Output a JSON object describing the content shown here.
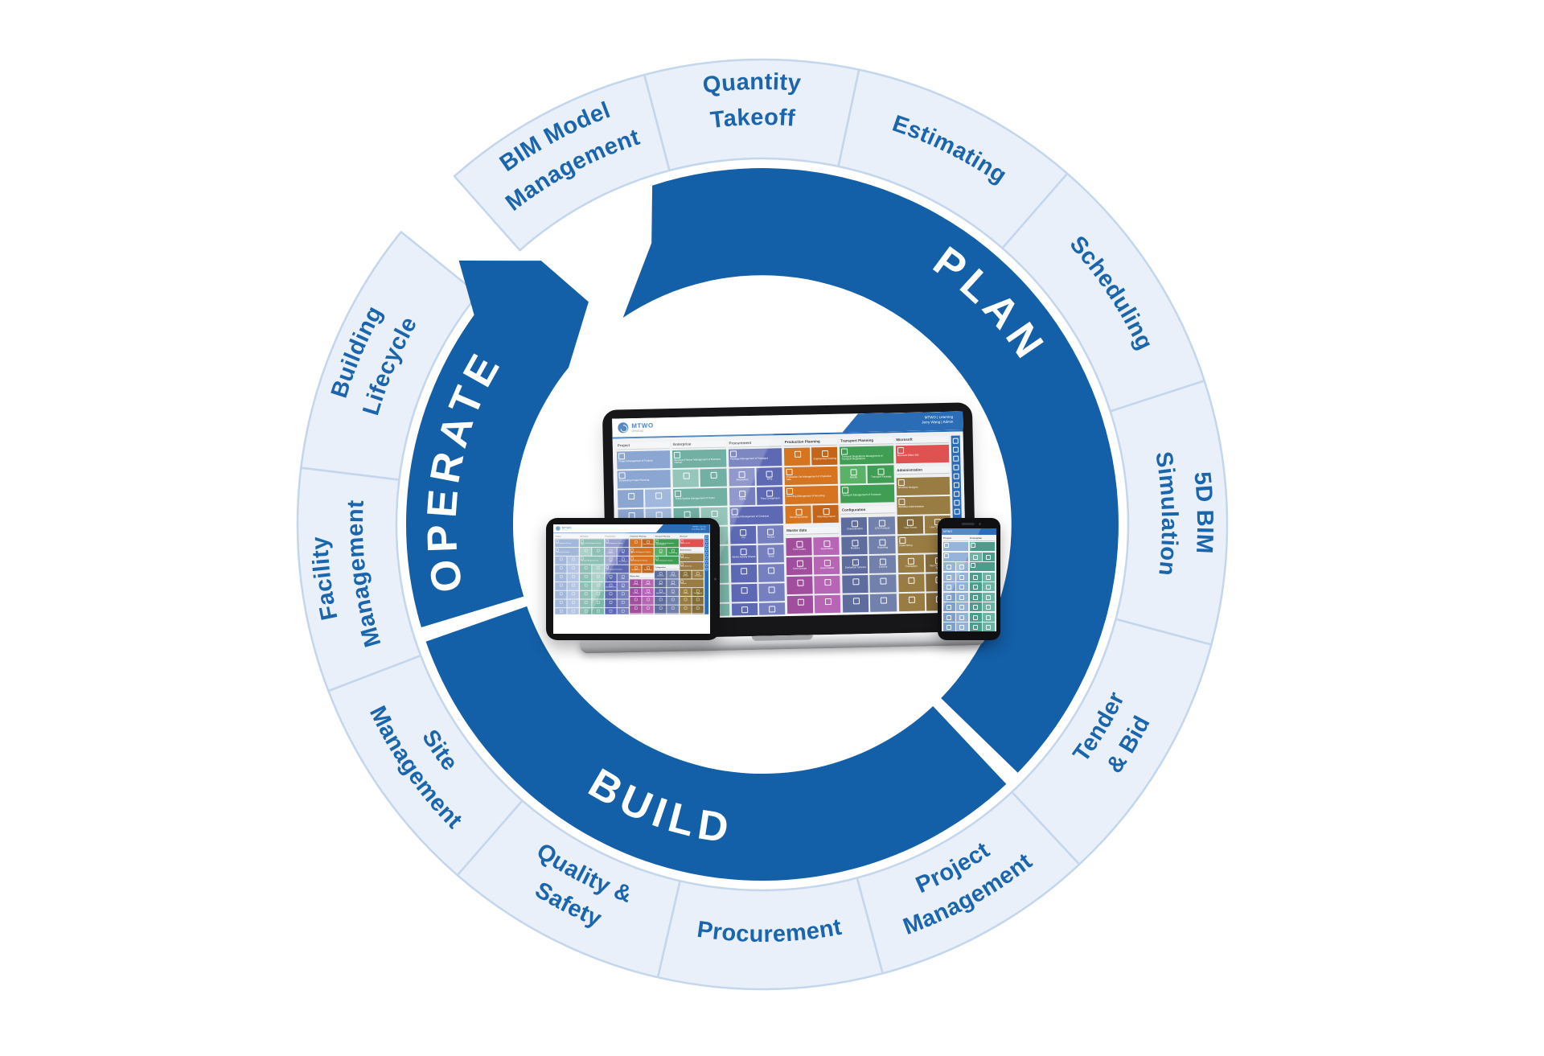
{
  "diagram": {
    "colors": {
      "ring_blue": "#135fa8",
      "segment_fill": "#e9f0f9",
      "segment_border": "#c3d6ec",
      "outer_label_text": "#1b65ad",
      "phase_label_text": "#ffffff"
    },
    "phases": [
      {
        "id": "plan",
        "label": "PLAN",
        "start": -30,
        "end": 134.2,
        "label_angle": 46,
        "flip": false,
        "notch": true
      },
      {
        "id": "build",
        "label": "BUILD",
        "start": 136.8,
        "end": 250.8,
        "label_angle": 199.5,
        "flip": true,
        "notch": false
      },
      {
        "id": "operate",
        "label": "OPERATE",
        "start": 253.2,
        "end": 306,
        "label_angle": 280,
        "flip": false,
        "notch": false,
        "arrow": true
      }
    ],
    "segments": [
      {
        "id": "bim-model-management",
        "lines": [
          "BIM Model",
          "Management"
        ],
        "start": -41.5,
        "end": -14.7,
        "flip": false
      },
      {
        "id": "quantity-takeoff",
        "lines": [
          "Quantity",
          "Takeoff"
        ],
        "start": -14.7,
        "end": 12,
        "flip": false
      },
      {
        "id": "estimating",
        "lines": [
          "Estimating"
        ],
        "start": 12,
        "end": 41,
        "flip": false
      },
      {
        "id": "scheduling",
        "lines": [
          "Scheduling"
        ],
        "start": 41,
        "end": 72,
        "flip": false
      },
      {
        "id": "5d-bim-simulation",
        "lines": [
          "5D BIM",
          "Simulation"
        ],
        "start": 72,
        "end": 105,
        "flip": false
      },
      {
        "id": "tender-bid",
        "lines": [
          "Tender",
          "& Bid"
        ],
        "start": 105,
        "end": 137,
        "flip": true
      },
      {
        "id": "project-management",
        "lines": [
          "Project",
          "Management"
        ],
        "start": 137,
        "end": 165,
        "flip": true
      },
      {
        "id": "procurement",
        "lines": [
          "Procurement"
        ],
        "start": 165,
        "end": 193,
        "flip": true
      },
      {
        "id": "quality-safety",
        "lines": [
          "Quality &",
          "Safety"
        ],
        "start": 193,
        "end": 221,
        "flip": true
      },
      {
        "id": "site-management",
        "lines": [
          "Site",
          "Management"
        ],
        "start": 221,
        "end": 249,
        "flip": true
      },
      {
        "id": "facility-management",
        "lines": [
          "Facility",
          "Management"
        ],
        "start": 249,
        "end": 277,
        "flip": false
      },
      {
        "id": "building-lifecycle",
        "lines": [
          "Building",
          "Lifecycle"
        ],
        "start": 277,
        "end": 309,
        "flip": false
      }
    ]
  },
  "devices": {
    "laptop": {
      "logo": "MTWO",
      "logo_sub": "Desktop",
      "banner_line1": "MTWO | Learning",
      "banner_line2": "Jerry Wang | Admin",
      "sidebar_icon_count": 9,
      "columns": [
        {
          "header": "Project",
          "color": "#6e90c6",
          "alt": "#8aa6d4",
          "tiles": [
            {
              "w": 2,
              "label": "Project Management of Projects"
            },
            {
              "w": 2,
              "label": "Scheduling Project Planning"
            },
            {
              "w": 1
            },
            {
              "w": 1
            },
            {
              "w": 1
            },
            {
              "w": 1
            },
            {
              "w": 1
            },
            {
              "w": 1
            },
            {
              "w": 1
            },
            {
              "w": 1
            },
            {
              "w": 1
            },
            {
              "w": 1
            },
            {
              "w": 1
            },
            {
              "w": 1
            },
            {
              "w": 1
            },
            {
              "w": 1
            },
            {
              "w": 1
            },
            {
              "w": 1
            }
          ]
        },
        {
          "header": "Enterprise",
          "color": "#4f9c8e",
          "alt": "#7cb8aa",
          "tiles": [
            {
              "w": 2,
              "label": "Business Partner Management of Business Partner"
            },
            {
              "w": 1
            },
            {
              "w": 1
            },
            {
              "w": 2,
              "label": "Ticket System Management of Ticket"
            },
            {
              "w": 1
            },
            {
              "w": 1
            },
            {
              "w": 1
            },
            {
              "w": 1
            },
            {
              "w": 1
            },
            {
              "w": 1
            },
            {
              "w": 1
            },
            {
              "w": 1
            },
            {
              "w": 1
            },
            {
              "w": 1
            },
            {
              "w": 1
            },
            {
              "w": 1
            },
            {
              "w": 1
            },
            {
              "w": 1
            }
          ]
        },
        {
          "header": "Procurement",
          "color": "#5d6ab3",
          "alt": "#7680bf",
          "tiles": [
            {
              "w": 2,
              "label": "Package Management of Packages"
            },
            {
              "w": 1,
              "label": "Requisition"
            },
            {
              "w": 1,
              "label": "RFQ"
            },
            {
              "w": 1,
              "label": "Quote"
            },
            {
              "w": 1,
              "label": "Price Comparison"
            },
            {
              "w": 2,
              "label": "Contract Management of Contracts"
            },
            {
              "w": 1,
              "label": "PO"
            },
            {
              "w": 1,
              "label": "Invoice"
            },
            {
              "w": 1,
              "label": "Works Activity Sheets"
            },
            {
              "w": 1,
              "label": "Stock"
            },
            {
              "w": 1
            },
            {
              "w": 1
            },
            {
              "w": 1
            },
            {
              "w": 1
            },
            {
              "w": 1
            },
            {
              "w": 1
            },
            {
              "w": 1
            },
            {
              "w": 1
            }
          ]
        },
        {
          "header": "Production Planning",
          "color": "#d7741f",
          "alt": "#c4651a",
          "tiles": [
            {
              "w": 1
            },
            {
              "w": 1,
              "label": "Engineering Planning"
            },
            {
              "w": 2,
              "label": "Production Set Management of Production Sets"
            },
            {
              "w": 2,
              "label": "Mounting Management of Mounting"
            },
            {
              "w": 1,
              "label": "Mounting Activity"
            },
            {
              "w": 1,
              "label": "Mounting Report"
            },
            {
              "sec": "Master data",
              "color": "#a14e9e",
              "alt": "#b765b5"
            },
            {
              "w": 1,
              "label": "Cost Codes"
            },
            {
              "w": 1,
              "label": "Assemblies"
            },
            {
              "w": 1,
              "label": "Cost Groups"
            },
            {
              "w": 1,
              "label": "Asset Master"
            },
            {
              "w": 1
            },
            {
              "w": 1
            },
            {
              "w": 1
            },
            {
              "w": 1
            },
            {
              "w": 1
            },
            {
              "w": 1
            }
          ]
        },
        {
          "header": "Transport Planning",
          "color": "#3f9e53",
          "alt": "#5bb168",
          "tiles": [
            {
              "w": 2,
              "label": "Transport Regulations Management of Transport Regulations"
            },
            {
              "w": 1,
              "label": "Bundle"
            },
            {
              "w": 1,
              "label": "Transport Package"
            },
            {
              "w": 2,
              "label": "Transport Management of Transport"
            },
            {
              "sec": "Configuration",
              "color": "#5e6d9e",
              "alt": "#7280ac"
            },
            {
              "w": 1,
              "label": "Characteristics"
            },
            {
              "w": 1,
              "label": "QTO Formula"
            },
            {
              "w": 1,
              "label": "Modules"
            },
            {
              "w": 1,
              "label": "Reporting"
            },
            {
              "w": 1,
              "label": "Evaluation Schema"
            },
            {
              "w": 1,
              "label": "Country"
            },
            {
              "w": 1
            },
            {
              "w": 1
            },
            {
              "w": 1
            },
            {
              "w": 1
            },
            {
              "w": 1
            },
            {
              "w": 1
            }
          ]
        },
        {
          "header": "Microsoft",
          "color": "#e05252",
          "alt": "#e05252",
          "tiles": [
            {
              "w": 2,
              "label": "Microsoft Office 365"
            },
            {
              "sec": "Administration",
              "color": "#997c41",
              "alt": "#866c38"
            },
            {
              "w": 2,
              "label": "Workflow Designer"
            },
            {
              "w": 2,
              "label": "Workflow Administration"
            },
            {
              "w": 1,
              "label": "User Forms"
            },
            {
              "w": 1,
              "label": "User Container"
            },
            {
              "w": 2,
              "label": "Customizing"
            },
            {
              "w": 1,
              "label": "Translation"
            },
            {
              "w": 1,
              "label": "Plant Component Types"
            },
            {
              "w": 1
            },
            {
              "w": 1
            },
            {
              "w": 1
            },
            {
              "w": 1
            },
            {
              "w": 1
            },
            {
              "w": 1
            }
          ]
        }
      ]
    },
    "phone": {
      "header": "MTWO",
      "columns": [
        {
          "header": "Project",
          "color": "#7ba0d2",
          "alt": "#92b2dc",
          "tiles": [
            {
              "w": 2
            },
            {
              "w": 2
            },
            {
              "w": 1
            },
            {
              "w": 1
            },
            {
              "w": 1
            },
            {
              "w": 1
            },
            {
              "w": 1
            },
            {
              "w": 1
            },
            {
              "w": 1
            },
            {
              "w": 1
            },
            {
              "w": 1
            },
            {
              "w": 1
            },
            {
              "w": 1
            },
            {
              "w": 1
            },
            {
              "w": 1
            },
            {
              "w": 1
            }
          ]
        },
        {
          "header": "Enterprise",
          "color": "#4f9c8d",
          "alt": "#6fb3a4",
          "tiles": [
            {
              "w": 2
            },
            {
              "w": 1
            },
            {
              "w": 1
            },
            {
              "w": 2
            },
            {
              "w": 1
            },
            {
              "w": 1
            },
            {
              "w": 1
            },
            {
              "w": 1
            },
            {
              "w": 1
            },
            {
              "w": 1
            },
            {
              "w": 1
            },
            {
              "w": 1
            },
            {
              "w": 1
            },
            {
              "w": 1
            },
            {
              "w": 1
            },
            {
              "w": 1
            }
          ]
        }
      ]
    }
  }
}
